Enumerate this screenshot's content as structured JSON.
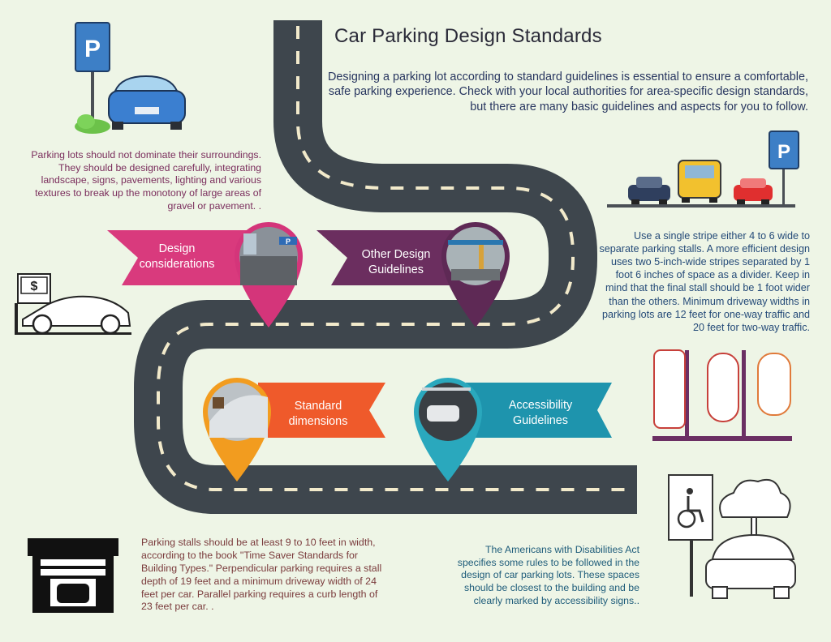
{
  "header": {
    "title": "Car Parking Design Standards",
    "intro": "Designing a parking lot according to standard guidelines is essential to ensure a comfortable, safe parking experience. Check with your local authorities for area-specific design standards, but there are many basic guidelines and aspects for you to follow."
  },
  "sections": [
    {
      "label": "Design considerations",
      "body": "Parking lots should not dominate their surroundings. They should be designed carefully, integrating landscape, signs, pavements, lighting and various textures to break up the monotony of large areas of gravel or pavement. .",
      "color": "#d93a7d",
      "pin_color": "#d4357a"
    },
    {
      "label": "Other Design Guidelines",
      "body": "Use a single stripe either 4 to 6 wide to separate parking stalls. A more efficient design uses two 5-inch-wide stripes separated by 1 foot 6 inches of space as a divider. Keep in mind that the final stall should be 1 foot wider than the others. Minimum driveway widths in parking lots are 12 feet for one-way traffic and 20 feet for two-way traffic.",
      "color": "#6b2e5f",
      "pin_color": "#5e2955"
    },
    {
      "label": "Standard dimensions",
      "body": "Parking stalls should be at least 9 to 10 feet in width, according to the book \"Time Saver Standards for Building Types.\" Perpendicular parking requires a stall depth of 19 feet and a minimum driveway width of 24 feet per car. Parallel parking requires a curb length of 23 feet per car. .",
      "color": "#ef5a2b",
      "pin_color": "#f29c1f"
    },
    {
      "label": "Accessibility Guidelines",
      "body": "The Americans with Disabilities Act specifies some rules to be followed in the design of car parking lots. These spaces should be closest to the building and be clearly marked by accessibility signs..",
      "color": "#1e94ad",
      "pin_color": "#2aa8bd"
    }
  ],
  "signs": {
    "parking": "P",
    "dollar": "$"
  },
  "icons": [
    "parking-sign-icon",
    "car-icon",
    "taxi-icon",
    "money-sign-icon",
    "garage-icon",
    "wheelchair-icon",
    "tree-icon",
    "map-pin-icon"
  ],
  "colors": {
    "road": "#3e464d",
    "road_dash": "#f2eacb",
    "sign_blue": "#3d7fc6",
    "background": "#eef5e6",
    "stall_line": "#6b2f63"
  }
}
